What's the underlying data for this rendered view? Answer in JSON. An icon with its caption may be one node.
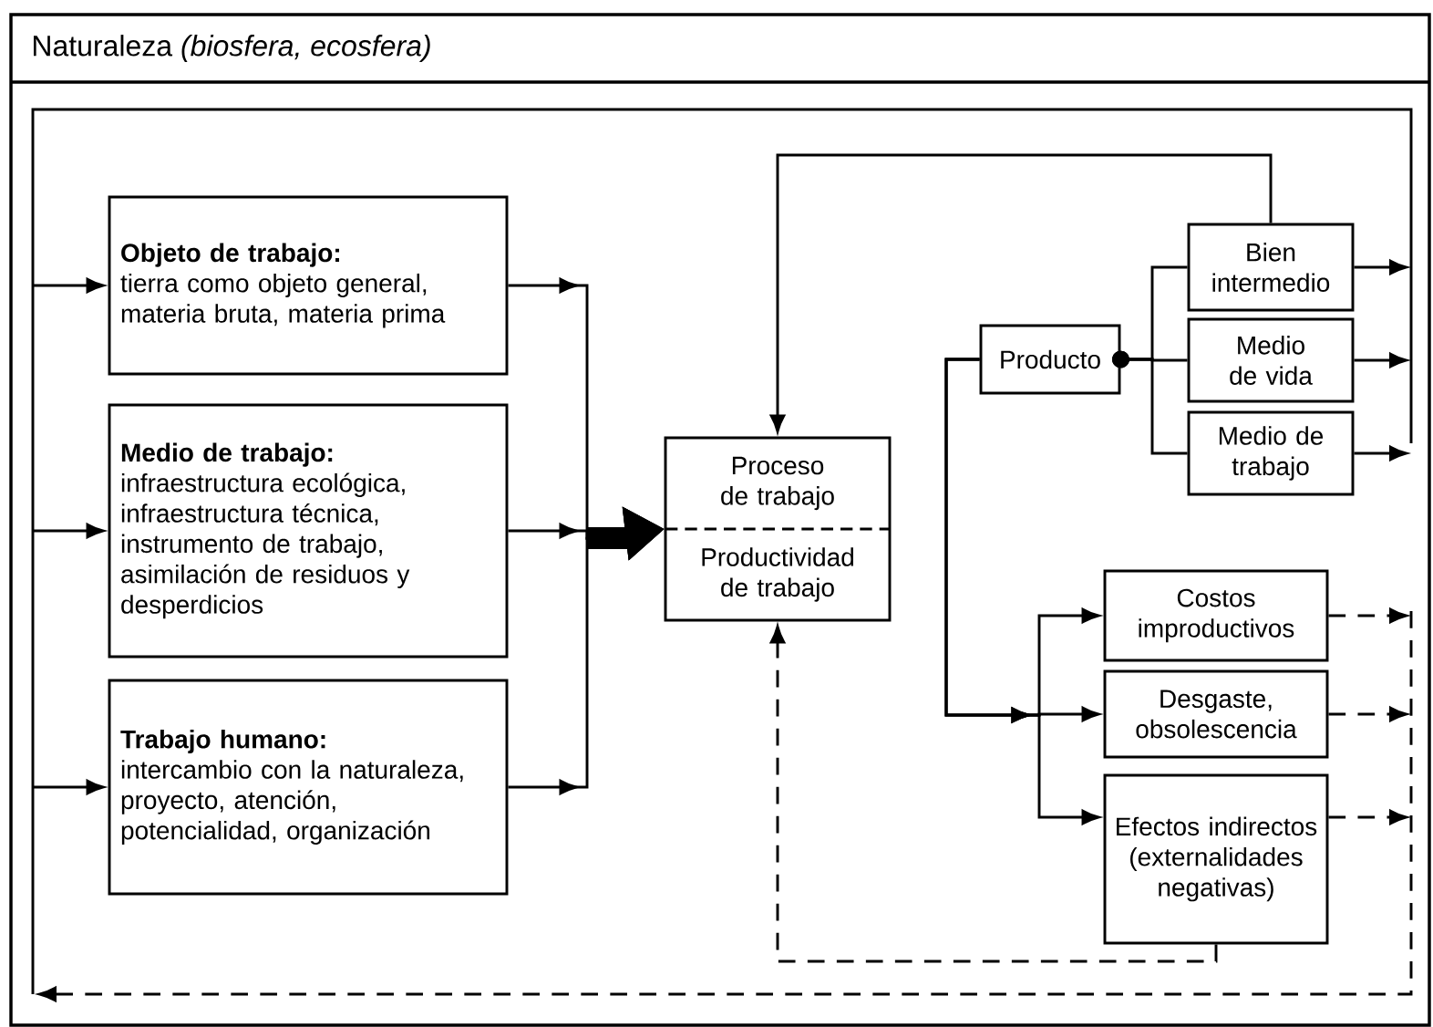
{
  "diagram": {
    "nodes": [
      {
        "text": [
          "Naturaleza *(biosfera, ecosfera)*"
        ]
      },
      {
        "text": [
          "Objeto de trabajo:",
          "tierra como objeto general, materia bruta, materia prima"
        ],
        "in": 0
      },
      {
        "text": [
          "Medio de trabajo:",
          "infraestructura ecológica, infraestructura técnica, instrumento de trabajo, asimilación de residuos y desperdicios"
        ],
        "in": 0
      },
      {
        "text": [
          "Trabajo humano:",
          "intercambio con la naturaleza, proyecto, atención, potencialidad, organización"
        ],
        "in": 0
      },
      {
        "text": [
          "Proceso de trabajo",
          "Productividad de trabajo"
        ],
        "in": 0
      },
      {
        "text": [
          "Producto"
        ],
        "in": 0
      },
      {
        "text": [
          "Bien intermedio"
        ],
        "in": 0
      },
      {
        "text": [
          "Medio de vida"
        ],
        "in": 0
      },
      {
        "text": [
          "Medio de trabajo"
        ],
        "in": 0
      },
      {
        "text": [
          "Costos improductivos"
        ],
        "in": 0
      },
      {
        "text": [
          "Desgaste, obsolescencia"
        ],
        "in": 0
      },
      {
        "text": [
          "Efectos indirectos (externalidades negativas)"
        ],
        "in": 0
      }
    ],
    "edges": [
      {
        "from": 1,
        "to": 4,
        "arrow": "to"
      },
      {
        "from": 2,
        "to": 4,
        "arrow": "to"
      },
      {
        "from": 3,
        "to": 4,
        "arrow": "to"
      },
      {
        "from": 6,
        "to": 4,
        "arrow": "to"
      },
      {
        "from": 5,
        "to": 6,
        "arrow": "other"
      },
      {
        "from": 5,
        "to": 7,
        "arrow": "other"
      },
      {
        "from": 5,
        "to": 8,
        "arrow": "other"
      },
      {
        "from": 5,
        "to": 9,
        "arrow": "to"
      },
      {
        "from": 5,
        "to": 10,
        "arrow": "to"
      },
      {
        "from": 5,
        "to": 11,
        "arrow": "to"
      },
      {
        "from": 11,
        "to": 4,
        "arrow": "to",
        "style": "dashed"
      },
      {
        "from": null,
        "to": 1,
        "arrow": "to"
      },
      {
        "from": null,
        "to": 2,
        "arrow": "to"
      },
      {
        "from": null,
        "to": 3,
        "arrow": "to"
      },
      {
        "from": 6,
        "to": null,
        "arrow": "to"
      },
      {
        "from": 7,
        "to": null,
        "arrow": "to"
      },
      {
        "from": 8,
        "to": null,
        "arrow": "to"
      },
      {
        "from": 9,
        "to": null,
        "arrow": "to",
        "style": "dashed"
      },
      {
        "from": 10,
        "to": null,
        "arrow": "to",
        "style": "dashed"
      },
      {
        "from": 11,
        "to": null,
        "arrow": "to",
        "style": "dashed"
      }
    ]
  }
}
